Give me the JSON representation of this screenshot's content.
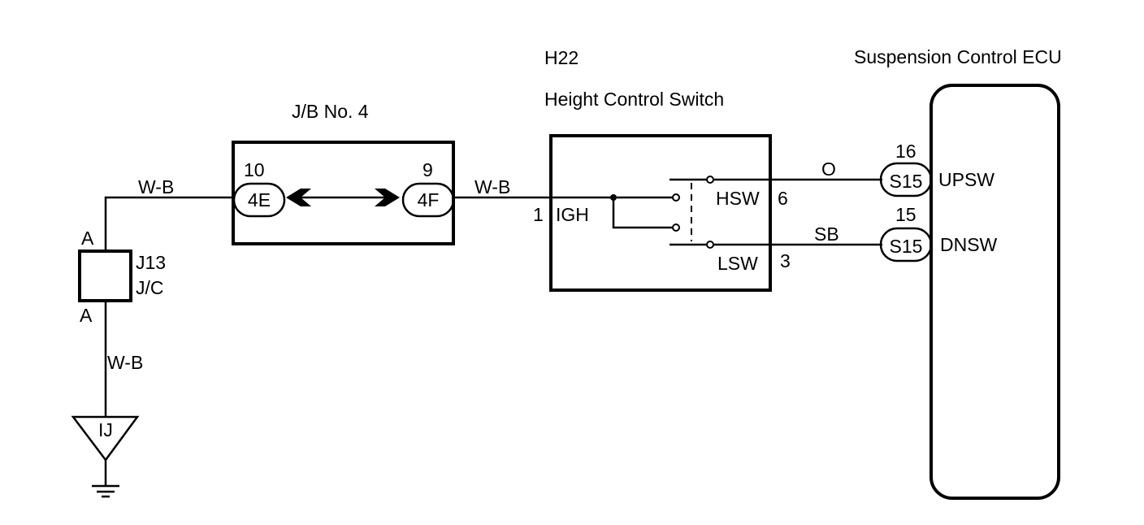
{
  "components": {
    "junction_connector": {
      "code": "J13",
      "name": "J/C",
      "pin_top": "A",
      "pin_bottom": "A"
    },
    "junction_block": {
      "name": "J/B No. 4",
      "left_pin": "10",
      "left_connector": "4E",
      "right_pin": "9",
      "right_connector": "4F"
    },
    "height_switch": {
      "code": "H22",
      "name": "Height Control Switch",
      "pin_igh_number": "1",
      "pin_igh_label": "IGH",
      "pin_hsw_label": "HSW",
      "pin_hsw_number": "6",
      "pin_lsw_label": "LSW",
      "pin_lsw_number": "3"
    },
    "ecu": {
      "name": "Suspension Control ECU",
      "up_pin": "16",
      "up_connector": "S15",
      "up_label": "UPSW",
      "down_pin": "15",
      "down_connector": "S15",
      "down_label": "DNSW"
    },
    "ground": {
      "code": "IJ"
    }
  },
  "wires": {
    "jc_to_jb": "W-B",
    "jb_to_switch": "W-B",
    "jc_to_ground": "W-B",
    "hsw_to_ecu": "O",
    "lsw_to_ecu": "SB"
  }
}
